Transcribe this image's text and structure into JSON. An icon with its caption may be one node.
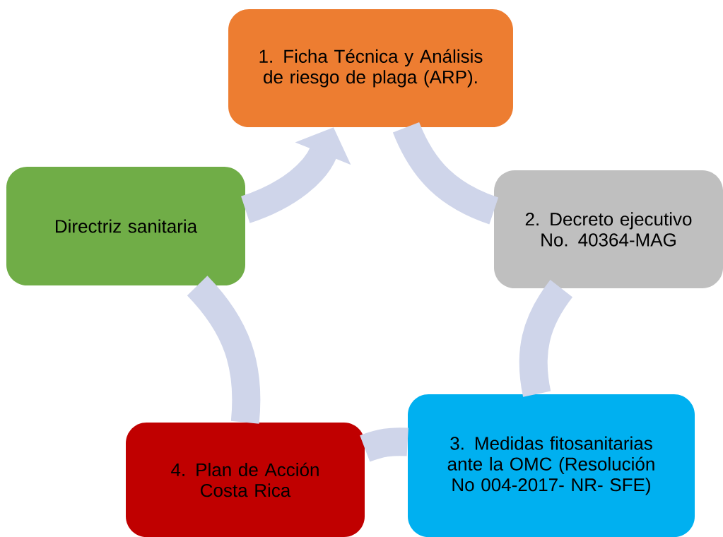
{
  "diagram": {
    "nodes": [
      {
        "text": [
          "1. Ficha Técnica y Análisis de riesgo de plaga (ARP)."
        ]
      },
      {
        "text": [
          "2. Decreto ejecutivo No. 40364-MAG"
        ]
      },
      {
        "text": [
          "3. Medidas fitosanitarias ante la OMC (Resolución No 004-2017- NR- SFE)"
        ]
      },
      {
        "text": [
          "4. Plan de Acción Costa Rica"
        ]
      },
      {
        "text": [
          "Directriz sanitaria"
        ]
      }
    ],
    "edges": [
      {
        "from": 0,
        "to": 1,
        "arrow": "none"
      },
      {
        "from": 1,
        "to": 2,
        "arrow": "none"
      },
      {
        "from": 2,
        "to": 3,
        "arrow": "none"
      },
      {
        "from": 3,
        "to": 4,
        "arrow": "none"
      },
      {
        "from": 4,
        "to": 0,
        "arrow": "to"
      }
    ]
  }
}
